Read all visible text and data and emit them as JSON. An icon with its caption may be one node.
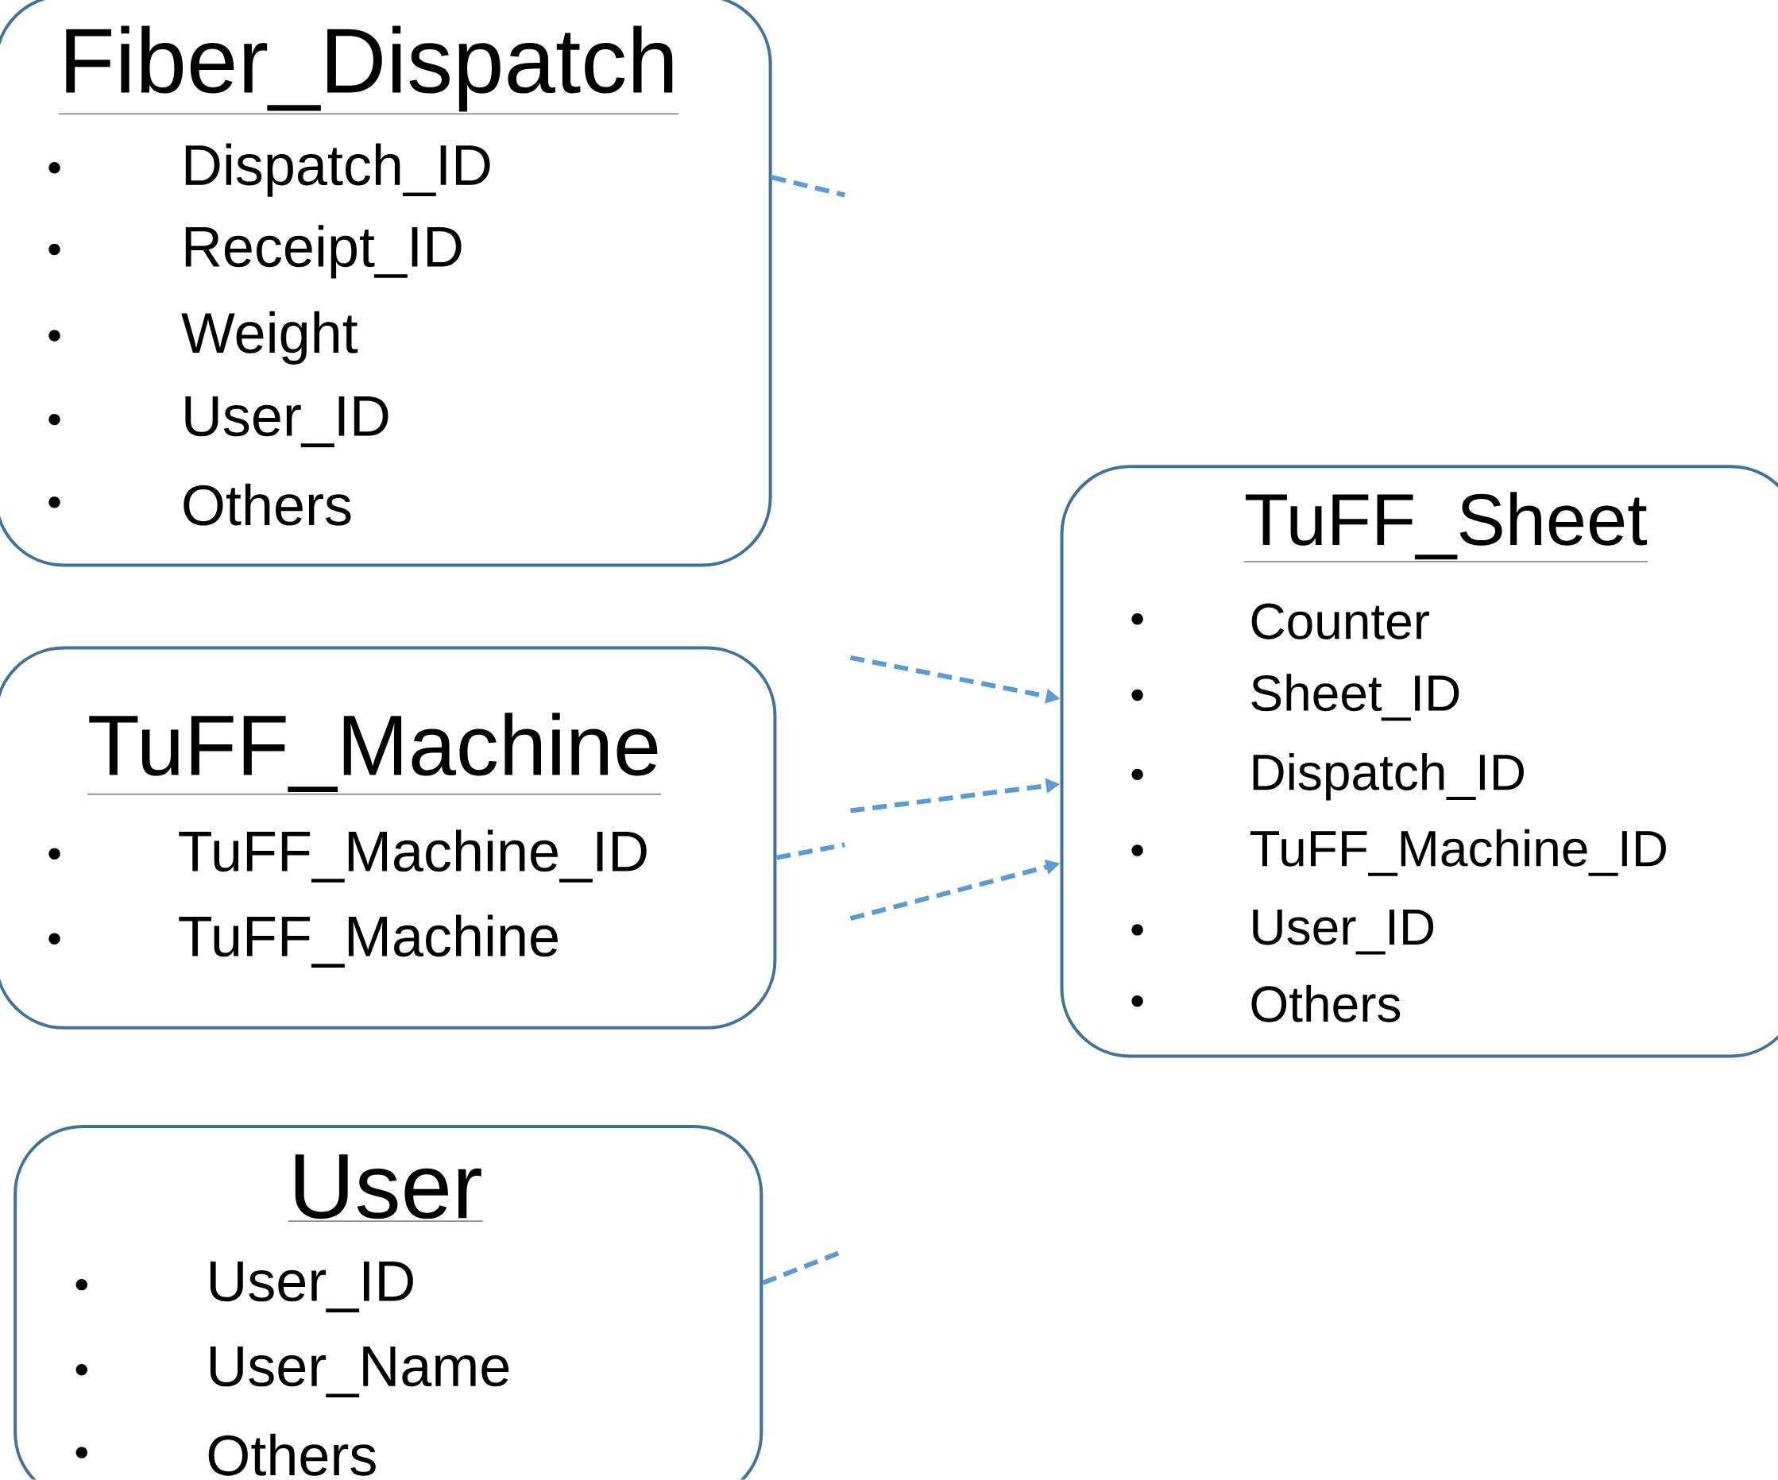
{
  "diagram": {
    "nodes": [
      {
        "text": [
          "Fiber_Dispatch",
          "Dispatch_ID",
          "Receipt_ID",
          "Weight",
          "User_ID",
          "Others"
        ]
      },
      {
        "text": [
          "TuFF_Machine",
          "TuFF_Machine_ID",
          "TuFF_Machine"
        ]
      },
      {
        "text": [
          "User",
          "User_ID",
          "User_Name",
          "Others"
        ]
      },
      {
        "text": [
          "TuFF_Sheet",
          "Counter",
          "Sheet_ID",
          "Dispatch_ID",
          "TuFF_Machine_ID",
          "User_ID",
          "Others"
        ]
      }
    ],
    "edges": [
      {
        "from": 0,
        "to": null,
        "arrow": "none",
        "style": "dashed"
      },
      {
        "from": 1,
        "to": null,
        "arrow": "none",
        "style": "dashed"
      },
      {
        "from": 2,
        "to": null,
        "arrow": "none",
        "style": "dashed"
      },
      {
        "from": null,
        "to": 3,
        "arrow": "to",
        "style": "dashed"
      },
      {
        "from": null,
        "to": 3,
        "arrow": "to",
        "style": "dashed"
      },
      {
        "from": null,
        "to": 3,
        "arrow": "to",
        "style": "dashed"
      }
    ]
  }
}
